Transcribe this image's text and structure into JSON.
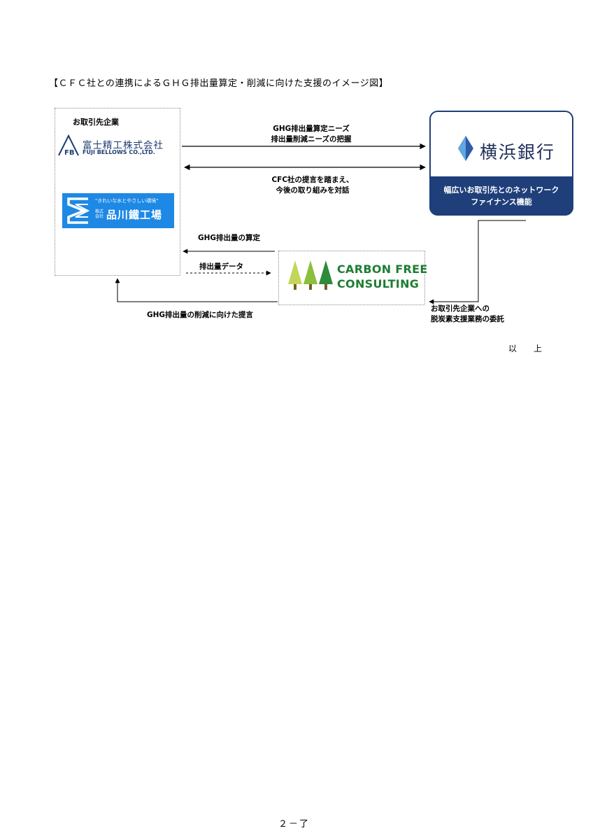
{
  "title": "【ＣＦＣ社との連携によるＧＨＧ排出量算定・削減に向けた支援のイメージ図】",
  "client": {
    "label": "お取引先企業",
    "fuji": {
      "mark": "FB",
      "name_jp": "富士精工株式会社",
      "name_en": "FUJI BELLOWS CO.,LTD."
    },
    "shinagawa": {
      "tagline": "\"きれいな水とやさしい環境\"",
      "co1": "株式",
      "co2": "会社",
      "name": "品川鐵工場"
    }
  },
  "bank": {
    "name": "横浜銀行",
    "sub1": "幅広いお取引先とのネットワーク",
    "sub2": "ファイナンス機能"
  },
  "cfc": {
    "line1": "CARBON FREE",
    "line2": "CONSULTING"
  },
  "flows": {
    "needs1": "GHG排出量算定ニーズ",
    "needs2": "排出量削減ニーズの把握",
    "dialog1": "CFC社の提言を踏まえ、",
    "dialog2": "今後の取り組みを対話",
    "calc": "GHG排出量の算定",
    "data": "排出量データ",
    "proposal": "GHG排出量の削減に向けた提言",
    "entrust1": "お取引先企業への",
    "entrust2": "脱炭素支援業務の委託"
  },
  "end_mark": "以　上",
  "page_number": "２－了",
  "colors": {
    "bank_navy": "#1f3f7a",
    "cfc_green": "#1e7d32",
    "shinagawa_blue": "#1e88e5"
  }
}
